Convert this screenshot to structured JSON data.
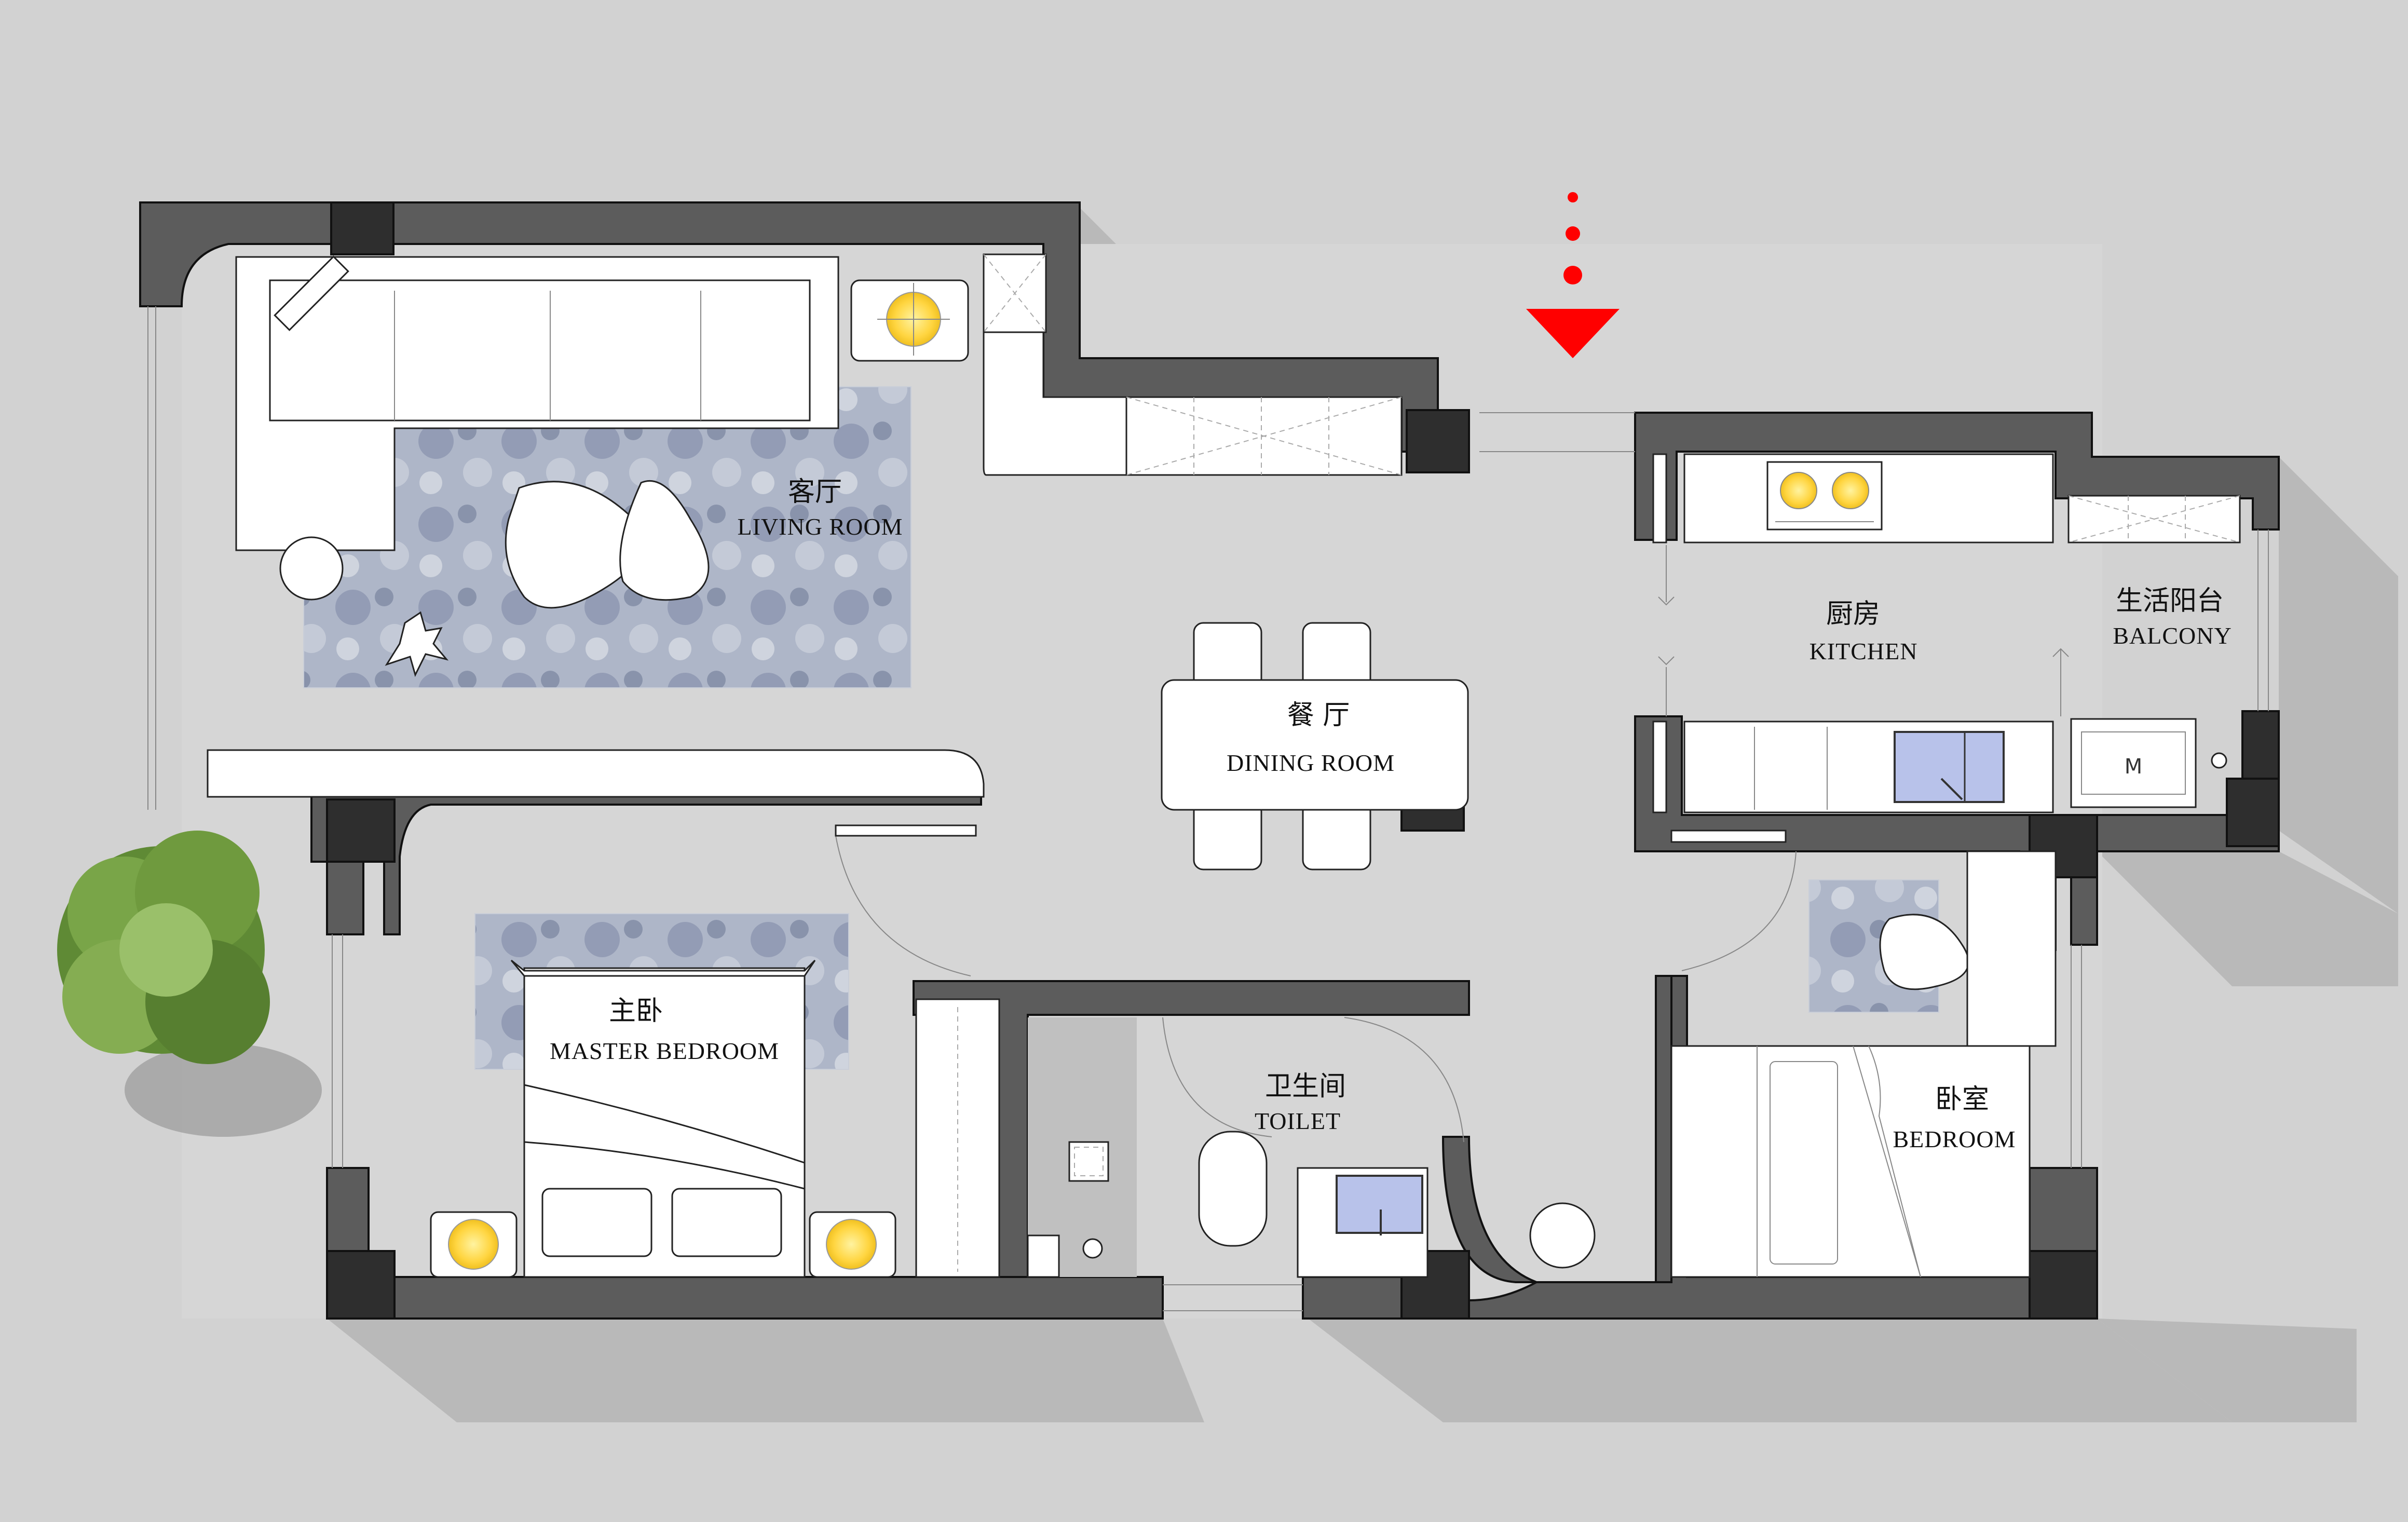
{
  "colors": {
    "background": "#d2d2d2",
    "wall": "#5c5c5c",
    "column": "#2e2e2e",
    "furniture": "#ffffff",
    "rug": "#9aa4bb",
    "lamp": "#ffd540",
    "entry_marker": "#ff0000",
    "tree": "#6f9a3e"
  },
  "rooms": {
    "living": {
      "cn": "客厅",
      "en": "LIVING ROOM"
    },
    "dining": {
      "cn": "餐 厅",
      "en": "DINING ROOM"
    },
    "kitchen": {
      "cn": "厨房",
      "en": "KITCHEN"
    },
    "balcony": {
      "cn": "生活阳台",
      "en": "BALCONY"
    },
    "master": {
      "cn": "主卧",
      "en": "MASTER BEDROOM"
    },
    "toilet": {
      "cn": "卫生间",
      "en": "TOILET"
    },
    "bedroom": {
      "cn": "卧室",
      "en": "BEDROOM"
    }
  },
  "icons": {
    "entry": "entry-arrow-icon",
    "stove": "stove-burner-icon",
    "lamp": "bedside-lamp-icon",
    "tree": "tree-icon",
    "sink": "sink-icon",
    "toilet": "toilet-fixture-icon"
  }
}
